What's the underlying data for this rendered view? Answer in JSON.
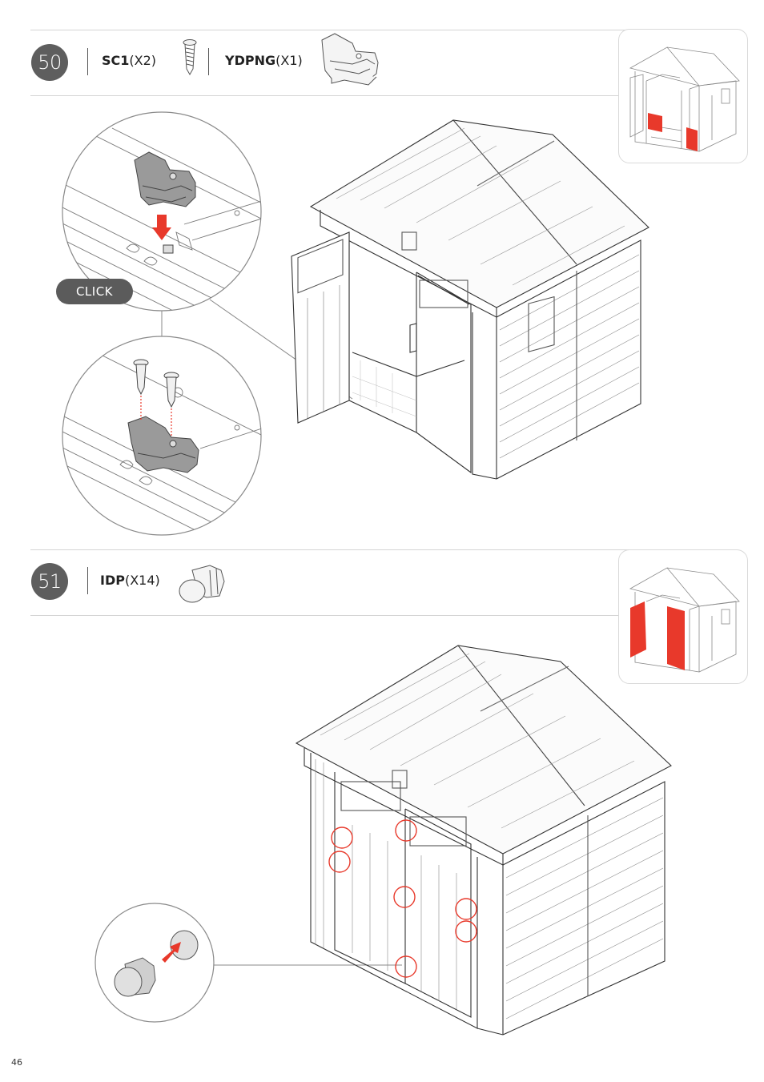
{
  "page": {
    "number": "46"
  },
  "steps": [
    {
      "number": "50",
      "parts": [
        {
          "code": "SC1",
          "qty": "(X2)",
          "icon": "screw-icon"
        },
        {
          "code": "YDPNG",
          "qty": "(X1)",
          "icon": "door-stop-bracket-icon"
        }
      ],
      "callout": "CLICK"
    },
    {
      "number": "51",
      "parts": [
        {
          "code": "IDP",
          "qty": "(X14)",
          "icon": "plug-cap-icon"
        }
      ]
    }
  ],
  "colors": {
    "highlight": "#e8392b",
    "badge": "#5e5e5e",
    "line": "#d4d4d4",
    "ink": "#333333"
  }
}
